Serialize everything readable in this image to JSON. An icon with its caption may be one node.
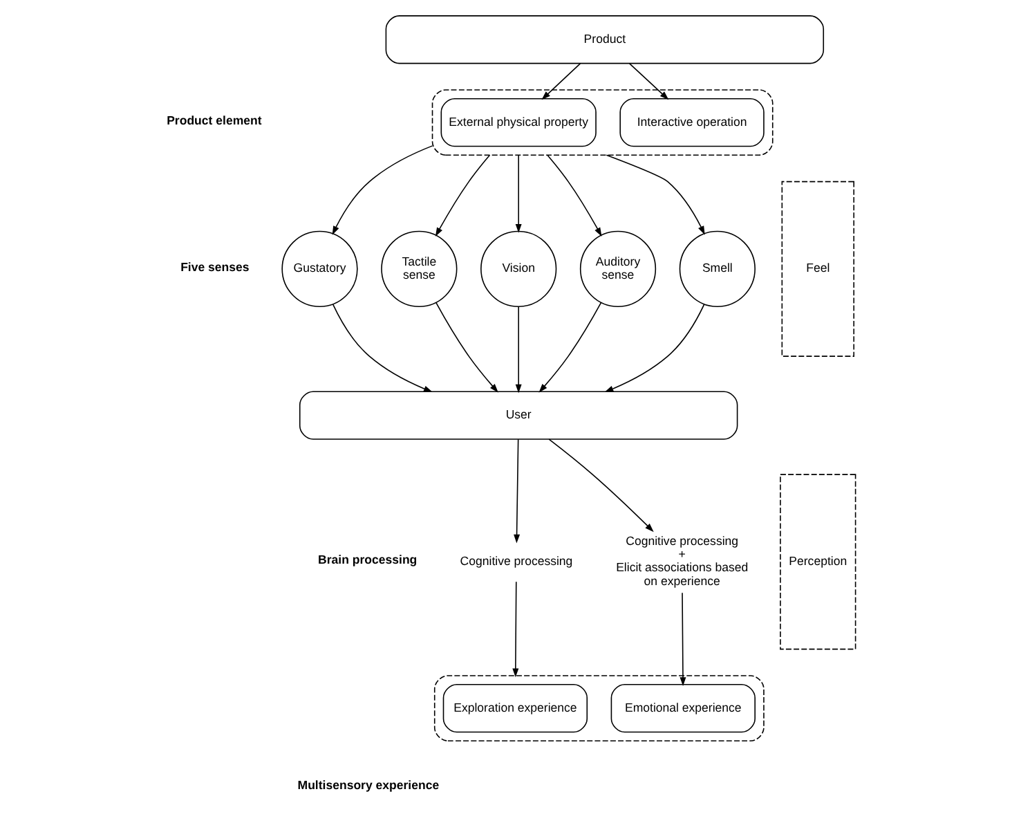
{
  "diagram": {
    "nodes": [
      {
        "text": [
          "Product"
        ]
      },
      {
        "text": [],
        "shape": "box"
      },
      {
        "text": [
          "External physical property"
        ],
        "in": 1
      },
      {
        "text": [
          "Interactive operation"
        ],
        "in": 1
      },
      {
        "text": [
          "Gustatory"
        ]
      },
      {
        "text": [
          "Tactile sense"
        ]
      },
      {
        "text": [
          "Vision"
        ]
      },
      {
        "text": [
          "Auditory sense"
        ]
      },
      {
        "text": [
          "Smell"
        ]
      },
      {
        "text": [
          "User"
        ]
      },
      {
        "text": [
          "Cognitive processing"
        ]
      },
      {
        "text": [
          "Cognitive processing",
          "+",
          "Elicit associations based on experience"
        ]
      },
      {
        "text": [],
        "shape": "box"
      },
      {
        "text": [
          "Exploration experience"
        ],
        "in": 12
      },
      {
        "text": [
          "Emotional experience"
        ],
        "in": 12
      },
      {
        "text": [
          "Feel"
        ]
      },
      {
        "text": [
          "Perception"
        ]
      }
    ],
    "edges": [
      {
        "from": 0,
        "to": 2,
        "arrow": "to"
      },
      {
        "from": 0,
        "to": 3,
        "arrow": "to"
      },
      {
        "from": 1,
        "to": 4,
        "arrow": "to"
      },
      {
        "from": 1,
        "to": 5,
        "arrow": "to"
      },
      {
        "from": 1,
        "to": 6,
        "arrow": "to"
      },
      {
        "from": 1,
        "to": 7,
        "arrow": "to"
      },
      {
        "from": 1,
        "to": 8,
        "arrow": "to"
      },
      {
        "from": 4,
        "to": 9,
        "arrow": "to"
      },
      {
        "from": 5,
        "to": 9,
        "arrow": "to"
      },
      {
        "from": 6,
        "to": 9,
        "arrow": "to"
      },
      {
        "from": 7,
        "to": 9,
        "arrow": "to"
      },
      {
        "from": 8,
        "to": 9,
        "arrow": "to"
      },
      {
        "from": 9,
        "to": 10,
        "arrow": "to"
      },
      {
        "from": 9,
        "to": 11,
        "arrow": "to"
      },
      {
        "from": 10,
        "to": 12,
        "arrow": "to"
      },
      {
        "from": 11,
        "to": 14,
        "arrow": "to"
      }
    ],
    "labels": [
      "Product element",
      "Five senses",
      "Brain processing",
      "Multisensory experience"
    ]
  }
}
